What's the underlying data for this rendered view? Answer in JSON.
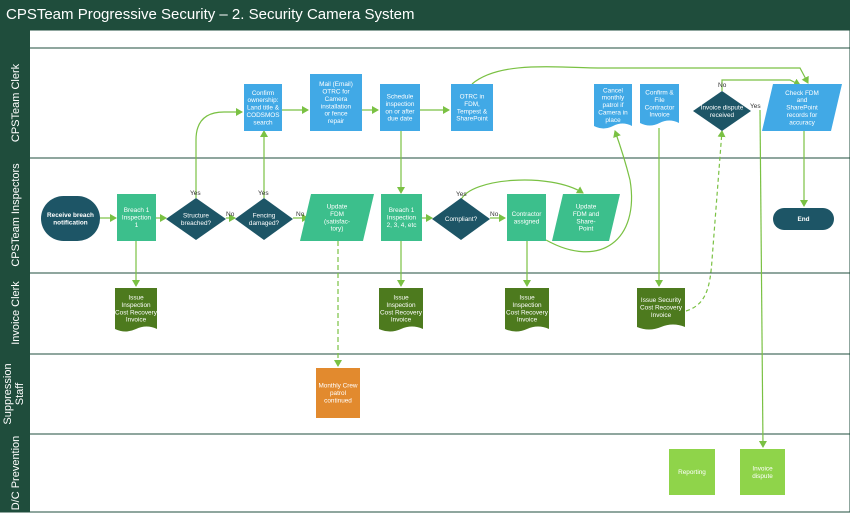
{
  "title": "CPSTeam Progressive Security – 2. Security Camera System",
  "lanes": [
    {
      "id": "clerk",
      "label": "CPSTeam Clerk"
    },
    {
      "id": "inspectors",
      "label": "CPSTeam Inspectors"
    },
    {
      "id": "invoice",
      "label": "Invoice Clerk"
    },
    {
      "id": "suppression",
      "label": "Suppression Staff"
    },
    {
      "id": "prevention",
      "label": "D/C Prevention"
    }
  ],
  "nodes": [
    {
      "id": "start",
      "shape": "terminator",
      "lines": [
        "Receive breach",
        "notification"
      ]
    },
    {
      "id": "breach1",
      "shape": "process",
      "lines": [
        "Breach 1",
        "Inspection",
        "1"
      ]
    },
    {
      "id": "structure",
      "shape": "decision",
      "lines": [
        "Structure",
        "breached?"
      ]
    },
    {
      "id": "fencing",
      "shape": "decision",
      "lines": [
        "Fencing",
        "damaged?"
      ]
    },
    {
      "id": "updfdm1",
      "shape": "data",
      "lines": [
        "Update",
        "FDM",
        "(satisfac-",
        "tory)"
      ]
    },
    {
      "id": "breach2",
      "shape": "process",
      "lines": [
        "Breach 1",
        "Inspection",
        "2, 3, 4, etc"
      ]
    },
    {
      "id": "compliant",
      "shape": "decision",
      "lines": [
        "Compliant?"
      ]
    },
    {
      "id": "contractor",
      "shape": "process",
      "lines": [
        "Contractor",
        "assigned"
      ]
    },
    {
      "id": "updfdm2",
      "shape": "data",
      "lines": [
        "Update",
        "FDM and",
        "Share-",
        "Point"
      ]
    },
    {
      "id": "end",
      "shape": "terminator",
      "lines": [
        "End"
      ]
    },
    {
      "id": "confirm",
      "shape": "process",
      "lines": [
        "Confirm",
        "ownership:",
        "Land title &",
        "CODSMOS",
        "search"
      ]
    },
    {
      "id": "mail",
      "shape": "process",
      "lines": [
        "Mail (Email)",
        "OTRC for",
        "Camera",
        "installation",
        "or fence",
        "repair"
      ]
    },
    {
      "id": "schedule",
      "shape": "process",
      "lines": [
        "Schedule",
        "inspection",
        "on or after",
        "due date"
      ]
    },
    {
      "id": "otrc",
      "shape": "process",
      "lines": [
        "OTRC in",
        "FDM,",
        "Tempest &",
        "SharePoint"
      ]
    },
    {
      "id": "cancel",
      "shape": "document",
      "lines": [
        "Cancel",
        "monthly",
        "patrol if",
        "Camera in",
        "place"
      ]
    },
    {
      "id": "confirmfile",
      "shape": "document",
      "lines": [
        "Confirm &",
        "File",
        "Contractor",
        "Invoice"
      ]
    },
    {
      "id": "dispute",
      "shape": "decision",
      "lines": [
        "Invoice dispute",
        "received"
      ]
    },
    {
      "id": "checkfdm",
      "shape": "data",
      "lines": [
        "Check FDM",
        "and",
        "SharePoint",
        "records for",
        "accuracy"
      ]
    },
    {
      "id": "inv1",
      "shape": "document",
      "lines": [
        "Issue",
        "Inspection",
        "Cost Recovery",
        "Invoice"
      ]
    },
    {
      "id": "inv2",
      "shape": "document",
      "lines": [
        "Issue",
        "Inspection",
        "Cost Recovery",
        "Invoice"
      ]
    },
    {
      "id": "inv3",
      "shape": "document",
      "lines": [
        "Issue",
        "Inspection",
        "Cost Recovery",
        "Invoice"
      ]
    },
    {
      "id": "inv4",
      "shape": "document",
      "lines": [
        "Issue Security",
        "Cost Recovery",
        "Invoice"
      ]
    },
    {
      "id": "patrol",
      "shape": "process",
      "lines": [
        "Monthly Crew",
        "patrol",
        "continued"
      ]
    },
    {
      "id": "reporting",
      "shape": "process",
      "lines": [
        "Reporting"
      ]
    },
    {
      "id": "invdispute",
      "shape": "process",
      "lines": [
        "Invoice",
        "dispute"
      ]
    }
  ],
  "edge_labels": {
    "yes1": "Yes",
    "yes2": "Yes",
    "no1": "No",
    "no2": "No",
    "yes3": "Yes",
    "no3": "No",
    "no4": "No",
    "yes4": "Yes"
  },
  "colors": {
    "title_bar": "#1f4d3c",
    "lane_header": "#1f4d3c",
    "clerk_box": "#41a9e6",
    "inspector_box": "#3cbf8c",
    "decision": "#1d5566",
    "invoice_doc": "#4d7a1e",
    "patrol": "#e28a2e",
    "prevention_box": "#8fd44a",
    "arrow": "#7ac143"
  }
}
